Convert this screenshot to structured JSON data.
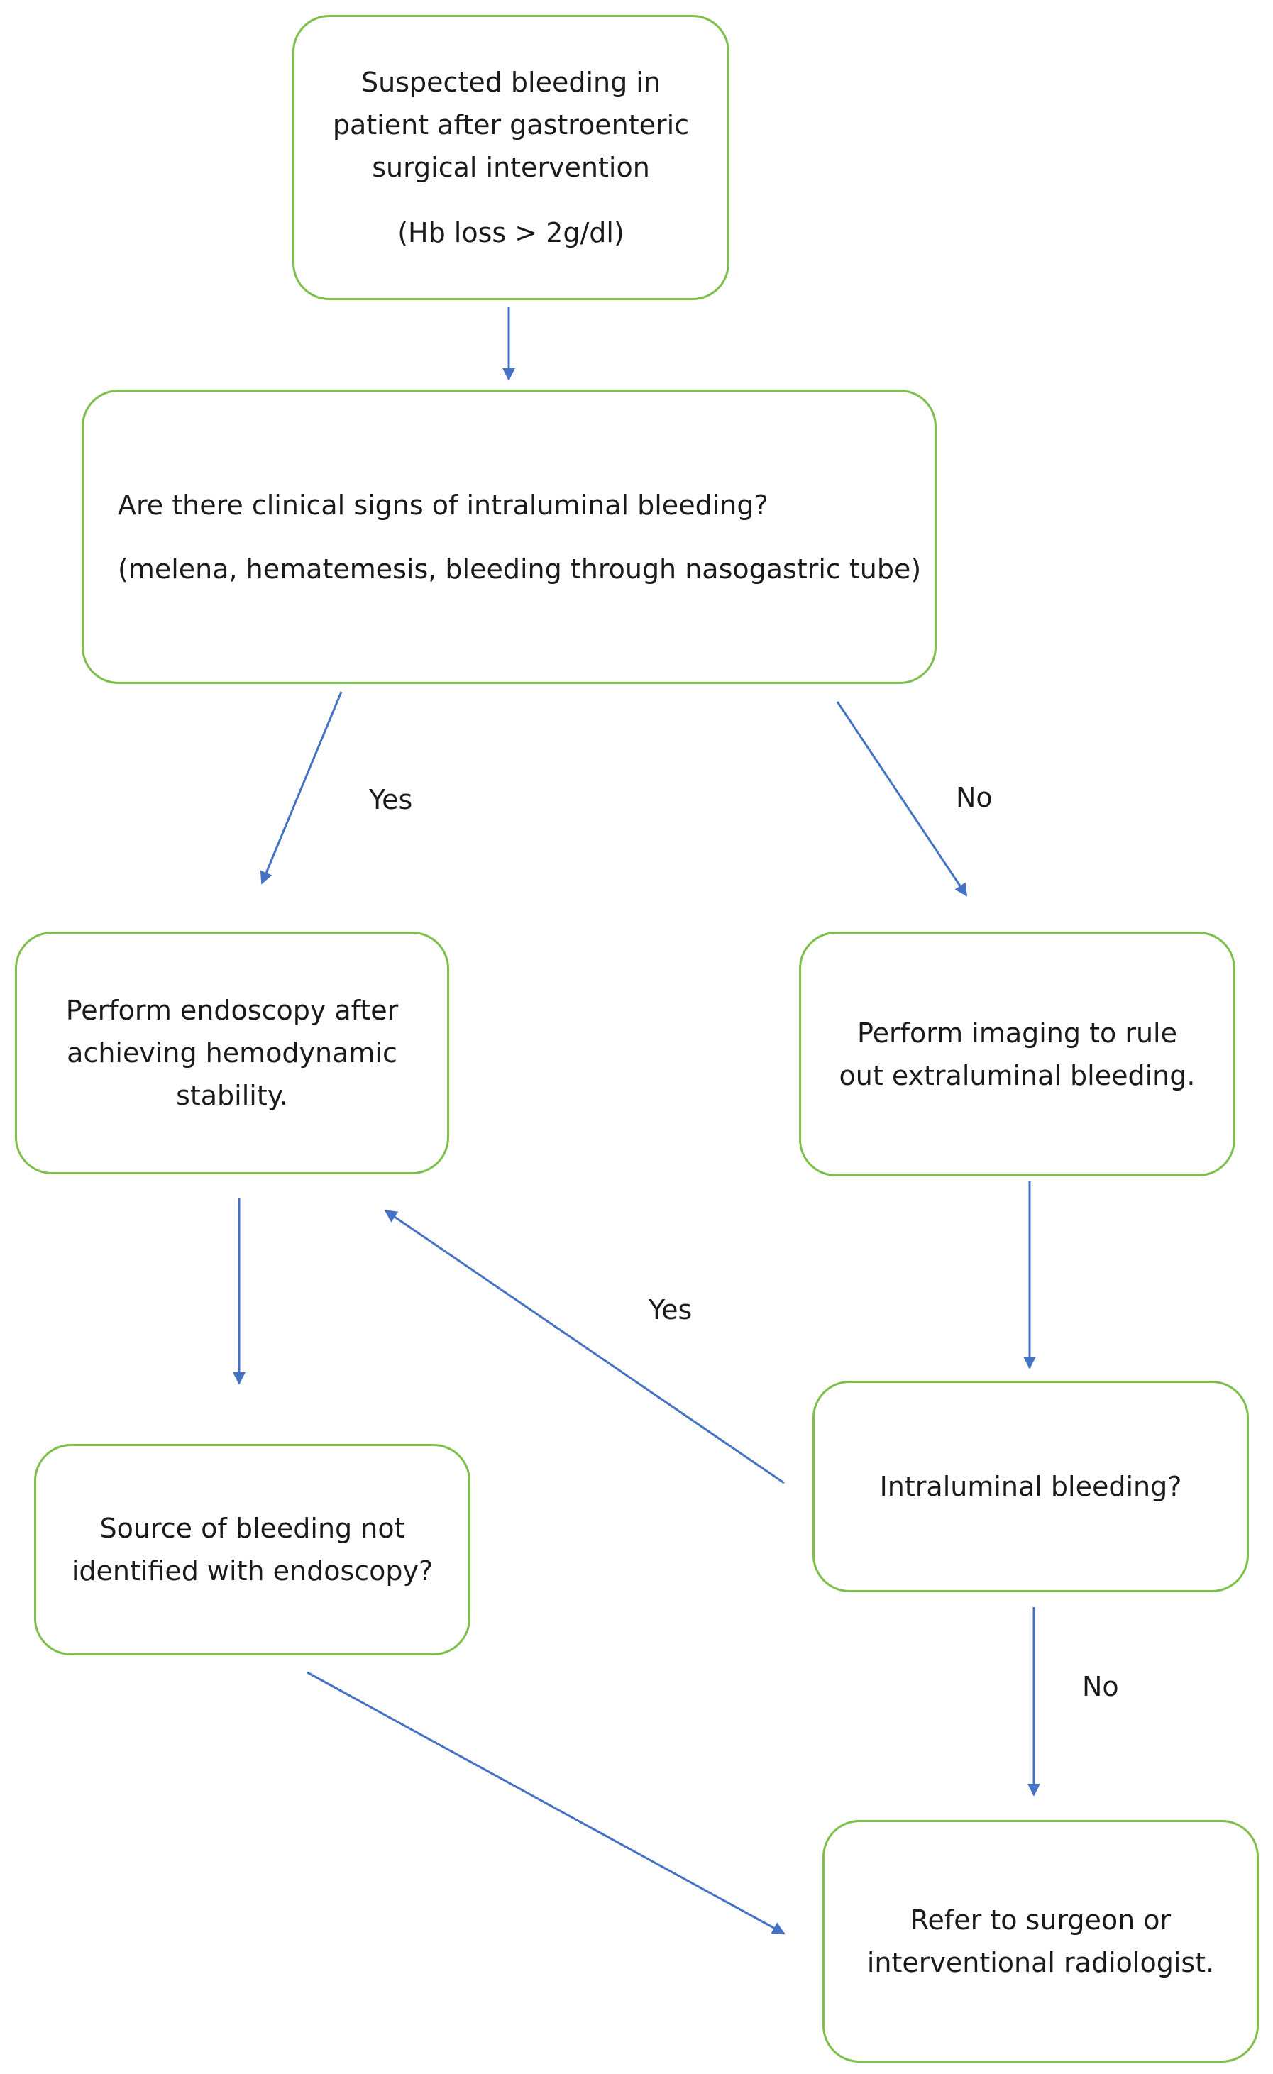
{
  "nodes": {
    "start": {
      "lines": [
        "Suspected bleeding in",
        "patient after gastroenteric",
        "surgical intervention"
      ],
      "sub": "(Hb loss > 2g/dl)"
    },
    "question_intraluminal_signs": {
      "lines": [
        "Are there clinical signs of intraluminal bleeding?"
      ],
      "sub": "(melena, hematemesis, bleeding through nasogastric tube)"
    },
    "endoscopy": {
      "lines": [
        "Perform endoscopy after",
        "achieving hemodynamic",
        "stability."
      ]
    },
    "imaging": {
      "lines": [
        "Perform imaging to rule",
        "out extraluminal bleeding."
      ]
    },
    "source_not_identified": {
      "lines": [
        "Source of bleeding not",
        "identified with endoscopy?"
      ]
    },
    "intraluminal_bleeding": {
      "lines": [
        "Intraluminal bleeding?"
      ]
    },
    "refer": {
      "lines": [
        "Refer to surgeon or",
        "interventional radiologist."
      ]
    }
  },
  "edge_labels": {
    "signs_yes": "Yes",
    "signs_no": "No",
    "intraluminal_yes": "Yes",
    "intraluminal_no": "No"
  },
  "colors": {
    "node_border": "#7cbf4a",
    "arrow": "#4472c4",
    "text": "#1a1a1a"
  }
}
